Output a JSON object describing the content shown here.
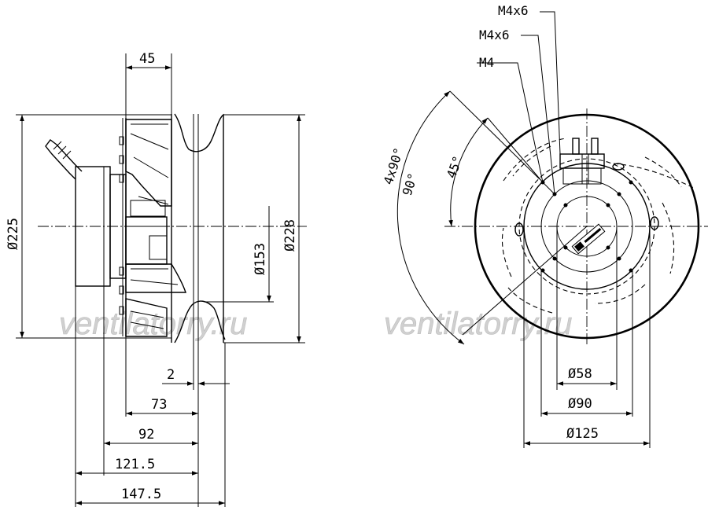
{
  "watermark": "ventilatorry.ru",
  "side_view": {
    "width_top": "45",
    "outer_diameter_left": "Ø225",
    "outer_diameter_right": "Ø228",
    "inner_diameter": "Ø153",
    "gap": "2",
    "dim_73": "73",
    "dim_92": "92",
    "dim_121_5": "121.5",
    "dim_147_5": "147.5"
  },
  "front_view": {
    "callout_1": "M4x6",
    "callout_2": "M4x6",
    "callout_3": "M4",
    "angle_4x90": "4x90°",
    "angle_90": "90°",
    "angle_45": "45°",
    "dia_58": "Ø58",
    "dia_90": "Ø90",
    "dia_125": "Ø125"
  }
}
